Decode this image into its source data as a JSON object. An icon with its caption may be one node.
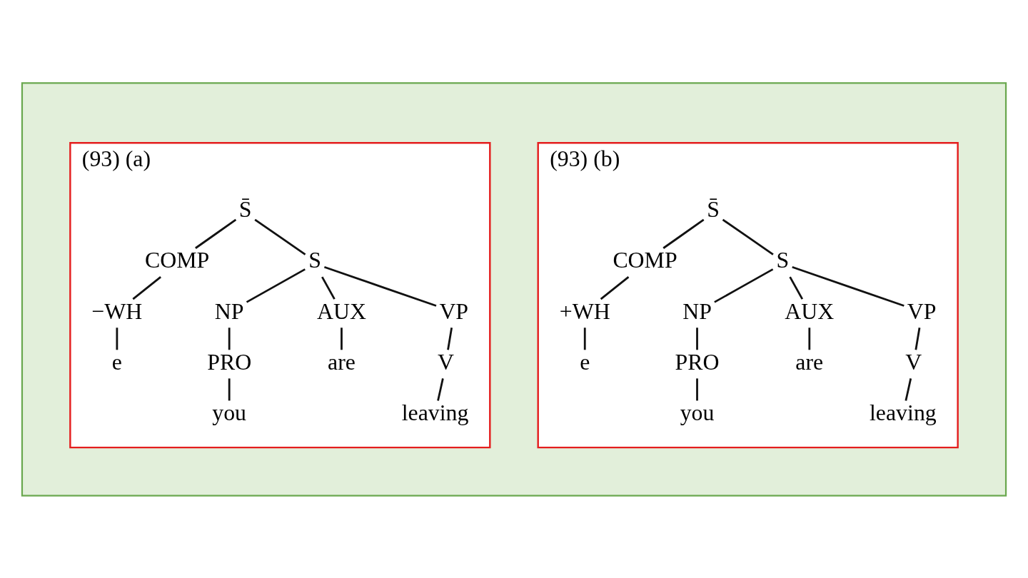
{
  "diagram": {
    "nodes": [
      {
        "text": [],
        "shape": "box"
      },
      {
        "text": [
          "(93) (a)"
        ],
        "in": 0
      },
      {
        "text": [
          "S̄"
        ],
        "in": 1
      },
      {
        "text": [
          "COMP"
        ],
        "in": 1
      },
      {
        "text": [
          "S"
        ],
        "in": 1
      },
      {
        "text": [
          "−WH"
        ],
        "in": 1
      },
      {
        "text": [
          "NP"
        ],
        "in": 1
      },
      {
        "text": [
          "AUX"
        ],
        "in": 1
      },
      {
        "text": [
          "VP"
        ],
        "in": 1
      },
      {
        "text": [
          "e"
        ],
        "in": 1
      },
      {
        "text": [
          "PRO"
        ],
        "in": 1
      },
      {
        "text": [
          "are"
        ],
        "in": 1
      },
      {
        "text": [
          "V"
        ],
        "in": 1
      },
      {
        "text": [
          "you"
        ],
        "in": 1
      },
      {
        "text": [
          "leaving"
        ],
        "in": 1
      },
      {
        "text": [
          "(93) (b)"
        ],
        "in": 0
      },
      {
        "text": [
          "S̄"
        ],
        "in": 15
      },
      {
        "text": [
          "COMP"
        ],
        "in": 15
      },
      {
        "text": [
          "S"
        ],
        "in": 15
      },
      {
        "text": [
          "+WH"
        ],
        "in": 15
      },
      {
        "text": [
          "NP"
        ],
        "in": 15
      },
      {
        "text": [
          "AUX"
        ],
        "in": 15
      },
      {
        "text": [
          "VP"
        ],
        "in": 15
      },
      {
        "text": [
          "e"
        ],
        "in": 15
      },
      {
        "text": [
          "PRO"
        ],
        "in": 15
      },
      {
        "text": [
          "are"
        ],
        "in": 15
      },
      {
        "text": [
          "V"
        ],
        "in": 15
      },
      {
        "text": [
          "you"
        ],
        "in": 15
      },
      {
        "text": [
          "leaving"
        ],
        "in": 15
      }
    ],
    "edges": [
      {
        "from": 2,
        "to": 3,
        "arrow": "none"
      },
      {
        "from": 2,
        "to": 4,
        "arrow": "none"
      },
      {
        "from": 3,
        "to": 5,
        "arrow": "none"
      },
      {
        "from": 4,
        "to": 6,
        "arrow": "none"
      },
      {
        "from": 4,
        "to": 7,
        "arrow": "none"
      },
      {
        "from": 4,
        "to": 8,
        "arrow": "none"
      },
      {
        "from": 5,
        "to": 9,
        "arrow": "none"
      },
      {
        "from": 6,
        "to": 10,
        "arrow": "none"
      },
      {
        "from": 7,
        "to": 11,
        "arrow": "none"
      },
      {
        "from": 8,
        "to": 12,
        "arrow": "none"
      },
      {
        "from": 10,
        "to": 13,
        "arrow": "none"
      },
      {
        "from": 12,
        "to": 14,
        "arrow": "none"
      },
      {
        "from": 16,
        "to": 17,
        "arrow": "none"
      },
      {
        "from": 16,
        "to": 18,
        "arrow": "none"
      },
      {
        "from": 17,
        "to": 19,
        "arrow": "none"
      },
      {
        "from": 18,
        "to": 20,
        "arrow": "none"
      },
      {
        "from": 18,
        "to": 21,
        "arrow": "none"
      },
      {
        "from": 18,
        "to": 22,
        "arrow": "none"
      },
      {
        "from": 19,
        "to": 23,
        "arrow": "none"
      },
      {
        "from": 20,
        "to": 24,
        "arrow": "none"
      },
      {
        "from": 21,
        "to": 25,
        "arrow": "none"
      },
      {
        "from": 22,
        "to": 26,
        "arrow": "none"
      },
      {
        "from": 24,
        "to": 27,
        "arrow": "none"
      },
      {
        "from": 26,
        "to": 28,
        "arrow": "none"
      }
    ]
  }
}
